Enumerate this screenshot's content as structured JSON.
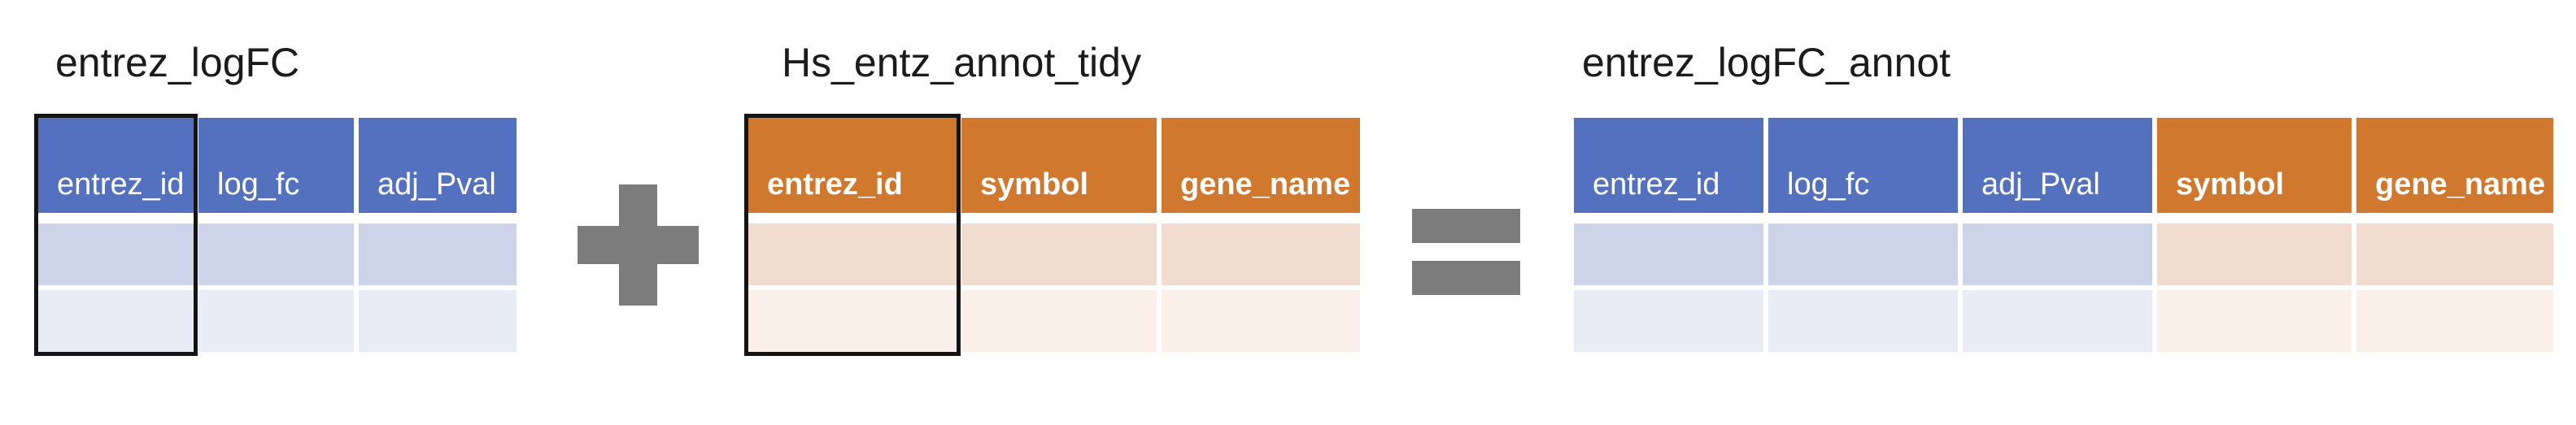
{
  "tables": [
    {
      "title": "entrez_logFC",
      "theme": "blue",
      "body_rows": 2,
      "key_column": "entrez_id",
      "columns": [
        {
          "label": "entrez_id",
          "highlighted_key": true
        },
        {
          "label": "log_fc",
          "highlighted_key": false
        },
        {
          "label": "adj_Pval",
          "highlighted_key": false
        }
      ]
    },
    {
      "title": "Hs_entz_annot_tidy",
      "theme": "orange",
      "body_rows": 2,
      "key_column": "entrez_id",
      "columns": [
        {
          "label": "entrez_id",
          "highlighted_key": true
        },
        {
          "label": "symbol",
          "highlighted_key": false
        },
        {
          "label": "gene_name",
          "highlighted_key": false
        }
      ]
    },
    {
      "title": "entrez_logFC_annot",
      "theme": "mixed",
      "body_rows": 2,
      "key_column": null,
      "columns": [
        {
          "label": "entrez_id",
          "theme": "blue",
          "highlighted_key": false
        },
        {
          "label": "log_fc",
          "theme": "blue",
          "highlighted_key": false
        },
        {
          "label": "adj_Pval",
          "theme": "blue",
          "highlighted_key": false
        },
        {
          "label": "symbol",
          "theme": "orange",
          "highlighted_key": false
        },
        {
          "label": "gene_name",
          "theme": "orange",
          "highlighted_key": false
        }
      ]
    }
  ],
  "operators": {
    "plus": "+",
    "equals": "="
  },
  "colors": {
    "blue-header": "#5371BE",
    "blue-row1": "#CDD3E8",
    "blue-row2": "#E9EBF5",
    "orange-header": "#D1782F",
    "orange-row1": "#F2DCD0",
    "orange-row2": "#FAF0E9",
    "operator-gray": "#7C7C7C",
    "key-outline": "#141414",
    "title-text": "#1B1B1B"
  }
}
